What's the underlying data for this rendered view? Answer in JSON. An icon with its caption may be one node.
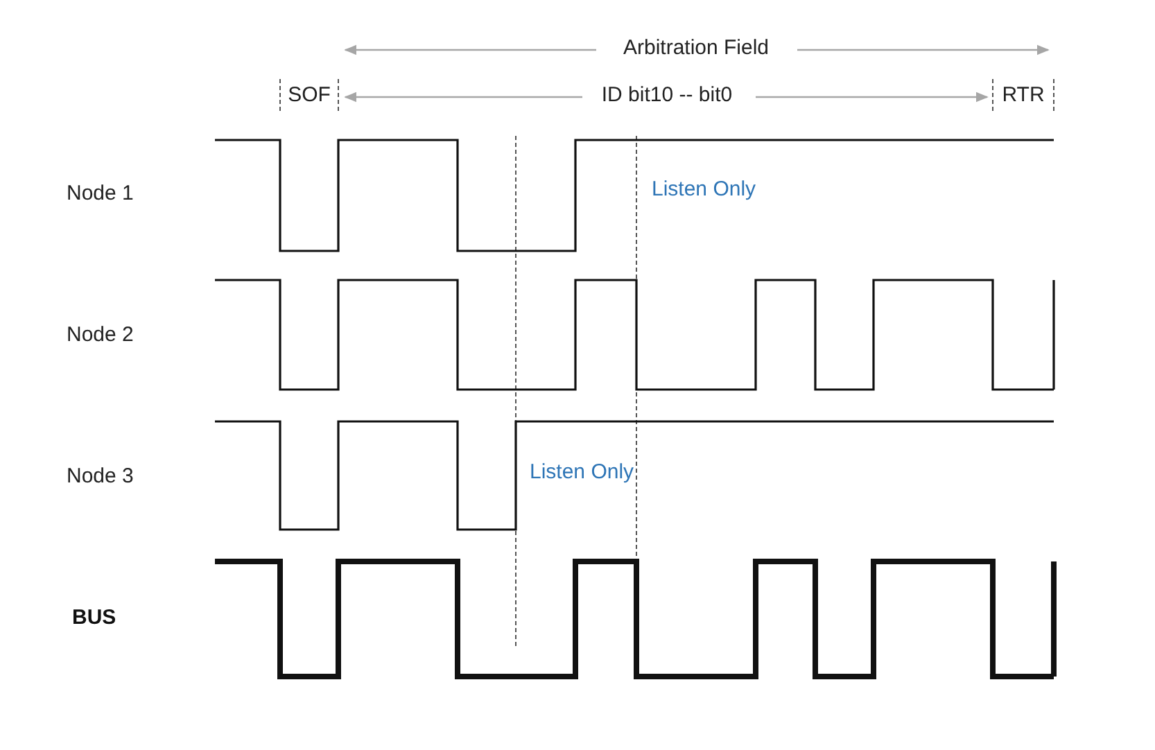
{
  "diagram": {
    "labels": [
      "Arbitration Field",
      "SOF",
      "ID bit10 -- bit0",
      "RTR",
      "Node 1",
      "Listen Only",
      "Node 2",
      "Node 3",
      "Listen Only",
      "BUS"
    ]
  }
}
